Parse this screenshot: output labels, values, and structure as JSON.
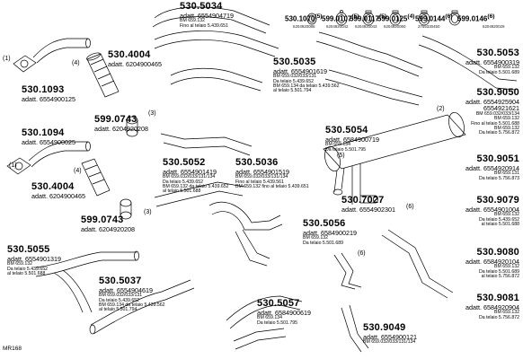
{
  "footer_code": "MR168",
  "refs": [
    "(1)",
    "(4)",
    "(3)",
    "(1)",
    "(4)",
    "(3)",
    "(2)",
    "(5)",
    "(6)",
    "(6)"
  ],
  "clamps": [
    {
      "code": "530.1070",
      "sup": "(5)",
      "oem": "6204920086"
    },
    {
      "code": "599.0107",
      "sup": "(5)",
      "oem": "6204920042"
    },
    {
      "code": "599.0117",
      "sup": "(5)",
      "oem": "6204920043"
    },
    {
      "code": "599.0125",
      "sup": "(4)",
      "oem": "6204920060"
    },
    {
      "code": "599.0144",
      "sup": "(6)",
      "oem": "3755330450"
    },
    {
      "code": "599.0146",
      "sup": "(6)",
      "oem": "6204920029"
    }
  ],
  "parts": [
    {
      "code": "530.5034",
      "oem": "adatt. 6554904719",
      "notes": [
        "BM 659.132",
        "Fino al telaio 5.439.651"
      ]
    },
    {
      "code": "530.4004",
      "oem": "adatt. 6204900465",
      "notes": []
    },
    {
      "code": "530.1093",
      "oem": "adatt. 6554900125",
      "notes": []
    },
    {
      "code": "599.0743",
      "oem": "adatt. 6204920208",
      "notes": []
    },
    {
      "code": "530.5035",
      "oem": "adatt. 6554901619",
      "notes": [
        "BM 659.032/033/131",
        "Da telaio 5.439.652",
        "BM 659.134 da telaio 5.439.562",
        "al telaio 5.501.794"
      ]
    },
    {
      "code": "530.5053",
      "oem": "adatt. 6554900319",
      "notes": [
        "BM 659.132",
        "Da telaio 5.501.689"
      ]
    },
    {
      "code": "530.9050",
      "oem": "adatt. 6554925904",
      "notes": [
        "6554921621",
        "BM 659.032/033/134",
        "BM 659.132",
        "Fino al telaio 5.501.688",
        "BM 659.132",
        "Da telaio 5.756.872"
      ]
    },
    {
      "code": "530.5054",
      "oem": "adatt. 6584900719",
      "notes": [
        "BM 659.134",
        "Da telaio 5.501.795"
      ]
    },
    {
      "code": "530.1094",
      "oem": "adatt. 6554900025",
      "notes": []
    },
    {
      "code": "530.4004",
      "oem": "adatt. 6204900465",
      "notes": []
    },
    {
      "code": "599.0743",
      "oem": "adatt. 6204920208",
      "notes": []
    },
    {
      "code": "530.5052",
      "oem": "adatt. 6554901419",
      "notes": [
        "BM 659.032/033/131/134",
        "Da telaio 5.439.652",
        "BM 659.132 da telaio 5.439.652",
        "al telaio 5.501.688"
      ]
    },
    {
      "code": "530.5036",
      "oem": "adatt. 6554901519",
      "notes": [
        "BM 659.032/033/131/134",
        "Fino al telaio 5.439.561",
        "BM 659.132 fino al telaio 5.439.651"
      ]
    },
    {
      "code": "530.9051",
      "oem": "adatt. 6554920914",
      "notes": [
        "BM 659.131",
        "Da telaio 5.756.873"
      ]
    },
    {
      "code": "530.9079",
      "oem": "adatt. 6554901004",
      "notes": [
        "BM 659.132",
        "Da telaio 5.439.652",
        "al telaio 5.501.688"
      ]
    },
    {
      "code": "530.7027",
      "oem": "adatt. 6554902301",
      "notes": []
    },
    {
      "code": "530.5056",
      "oem": "adatt. 6584900219",
      "notes": [
        "BM 659.132",
        "Da telaio 5.501.689"
      ]
    },
    {
      "code": "530.5055",
      "oem": "adatt. 6554901319",
      "notes": [
        "BM 659.132",
        "Da telaio 5.439.652",
        "al telaio 5.501.688"
      ]
    },
    {
      "code": "530.9080",
      "oem": "adatt. 6584920104",
      "notes": [
        "BM 659.132",
        "Da telaio 5.501.689",
        "al telaio 5.756.872"
      ]
    },
    {
      "code": "530.5037",
      "oem": "adatt. 6554904619",
      "notes": [
        "BM 659.032/033/131",
        "Da telaio 5.439.652",
        "BM 659.134 da telaio 5.439.562",
        "al telaio 5.501.794"
      ]
    },
    {
      "code": "530.5057",
      "oem": "adatt. 6584900619",
      "notes": [
        "BM 659.134",
        "Da telaio 5.501.795"
      ]
    },
    {
      "code": "530.9081",
      "oem": "adatt. 6584920904",
      "notes": [
        "BM 659.132",
        "Da telaio 5.756.872"
      ]
    },
    {
      "code": "530.9049",
      "oem": "adatt. 6554900121",
      "notes": [
        "BM 659.032/033/131/134"
      ]
    }
  ]
}
